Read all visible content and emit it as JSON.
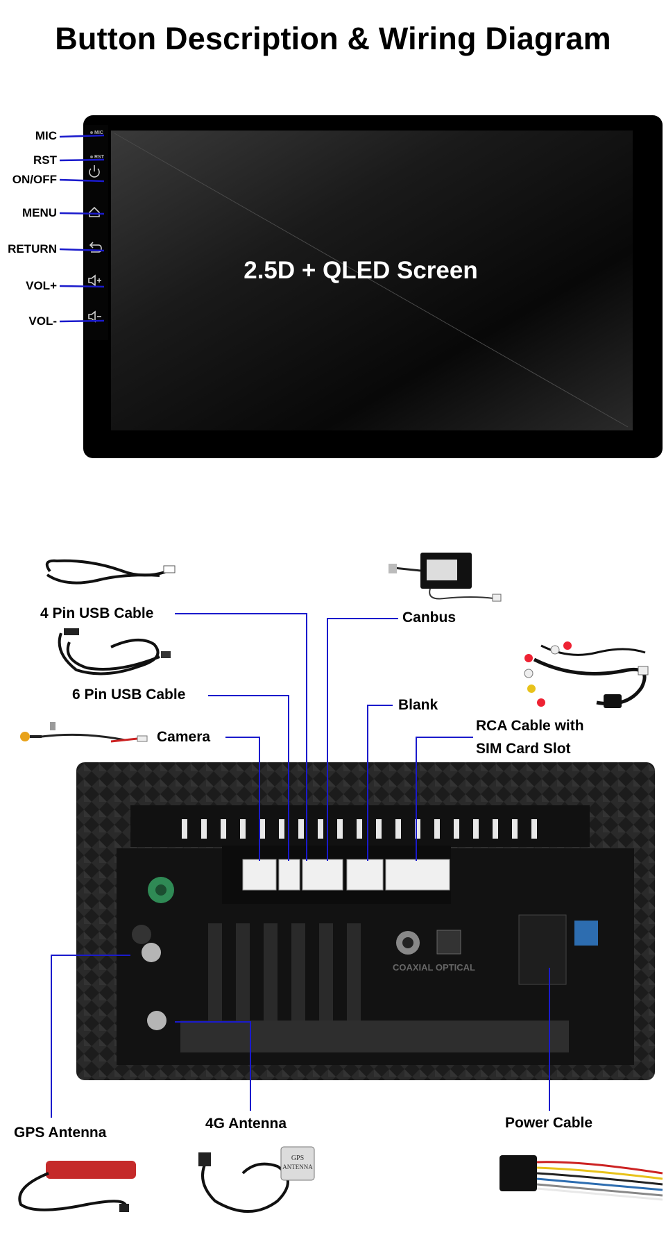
{
  "title": "Button Description & Wiring Diagram",
  "screen_label": "2.5D + QLED Screen",
  "buttons": [
    {
      "key": "mic",
      "label": "MIC"
    },
    {
      "key": "rst",
      "label": "RST"
    },
    {
      "key": "onoff",
      "label": "ON/OFF"
    },
    {
      "key": "menu",
      "label": "MENU"
    },
    {
      "key": "return",
      "label": "RETURN"
    },
    {
      "key": "volup",
      "label": "VOL+"
    },
    {
      "key": "voldown",
      "label": "VOL-"
    }
  ],
  "bezel_marks": {
    "mic": "MIC",
    "rst": "RST"
  },
  "connectors": [
    {
      "key": "usb4",
      "label": "4 Pin USB Cable"
    },
    {
      "key": "canbus",
      "label": "Canbus"
    },
    {
      "key": "usb6",
      "label": "6 Pin USB Cable"
    },
    {
      "key": "blank",
      "label": "Blank"
    },
    {
      "key": "camera",
      "label": "Camera"
    },
    {
      "key": "rca",
      "label": "RCA Cable with SIM Card Slot"
    },
    {
      "key": "gps",
      "label": "GPS Antenna"
    },
    {
      "key": "antenna4g",
      "label": "4G Antenna"
    },
    {
      "key": "power",
      "label": "Power Cable"
    }
  ],
  "rca_label_lines": [
    "RCA Cable with",
    "SIM Card Slot"
  ],
  "unit_marks": {
    "coaxial_optical": "COAXIAL  OPTICAL"
  },
  "gps_puck_text": [
    "GPS",
    "ANTENNA"
  ],
  "colors": {
    "leader_line": "#1a1acc",
    "screen": "#0b0b0b",
    "bezel": "#000000",
    "unit": "#161616"
  }
}
